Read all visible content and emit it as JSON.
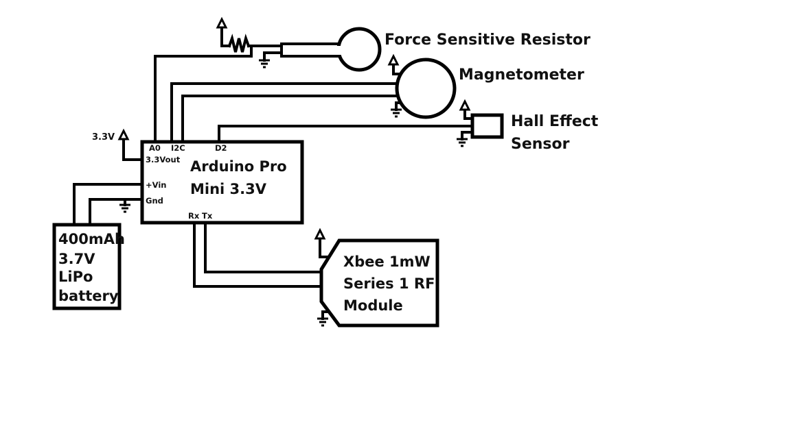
{
  "diagram": {
    "type": "circuit-schematic",
    "components": {
      "arduino": {
        "label_line1": "Arduino Pro",
        "label_line2": "Mini 3.3V",
        "pins": {
          "a0": "A0",
          "i2c": "I2C",
          "d2": "D2",
          "vout": "3.3Vout",
          "vin": "+Vin",
          "gnd": "Gnd",
          "rx": "Rx",
          "tx": "Tx"
        }
      },
      "supply_label": "3.3V",
      "fsr": {
        "label": "Force Sensitive Resistor"
      },
      "magnetometer": {
        "label": "Magnetometer"
      },
      "hall": {
        "label_line1": "Hall Effect",
        "label_line2": "Sensor"
      },
      "battery": {
        "lines": [
          "400mAh",
          "3.7V",
          "LiPo",
          "battery"
        ]
      },
      "xbee": {
        "lines": [
          "Xbee 1mW",
          "Series 1 RF",
          "Module"
        ]
      }
    },
    "connections": [
      {
        "from": "Arduino A0",
        "to": "Force Sensitive Resistor"
      },
      {
        "from": "Arduino I2C",
        "to": "Magnetometer"
      },
      {
        "from": "Arduino D2",
        "to": "Hall Effect Sensor"
      },
      {
        "from": "Arduino 3.3Vout",
        "to": "3.3V supply"
      },
      {
        "from": "Battery",
        "to": "Arduino +Vin"
      },
      {
        "from": "Battery",
        "to": "Arduino Gnd"
      },
      {
        "from": "Arduino Rx",
        "to": "Xbee module"
      },
      {
        "from": "Arduino Tx",
        "to": "Xbee module"
      }
    ]
  }
}
